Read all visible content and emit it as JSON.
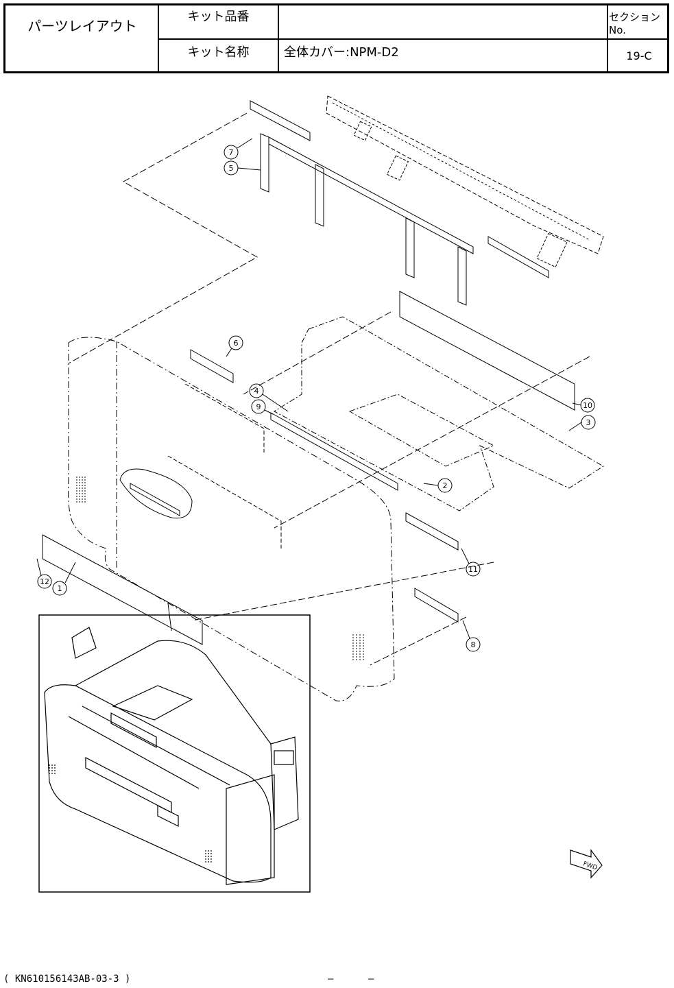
{
  "header": {
    "title": "パーツレイアウト",
    "kit_number_label": "キット品番",
    "kit_number_value": "",
    "kit_name_label": "キット名称",
    "kit_name_value": "全体カバー:NPM-D2",
    "section_label": "セクションNo.",
    "section_value": "19-C"
  },
  "callouts": [
    "1",
    "2",
    "3",
    "4",
    "5",
    "6",
    "7",
    "8",
    "9",
    "10",
    "11",
    "12"
  ],
  "fwd_label": "FWD",
  "footer": {
    "doc_code": "( KN610156143AB-03-3 )",
    "page_marks": "–      –"
  }
}
